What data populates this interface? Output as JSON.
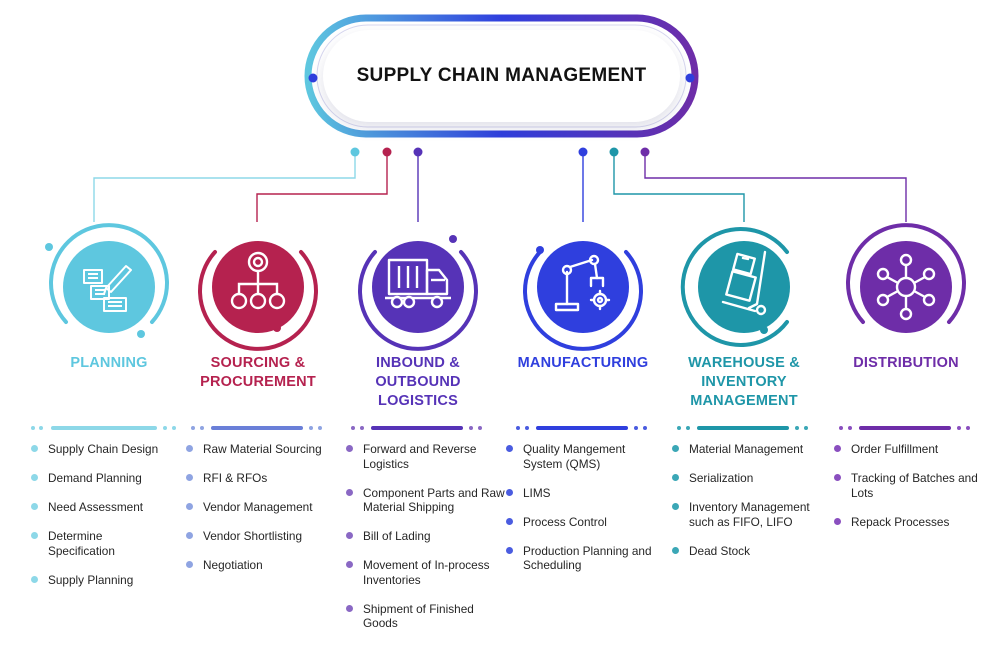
{
  "header": {
    "title": "SUPPLY CHAIN MANAGEMENT"
  },
  "colors": {
    "planning": "#5EC7DF",
    "sourcing": "#B5224F",
    "inbound": "#5633B7",
    "manufacturing": "#2F3FDE",
    "warehouse": "#1E96A8",
    "distribution": "#6E2DA8",
    "bullet_planning": "#8DD8E8",
    "bullet_sourcing": "#8FA4E2",
    "bullet_inbound": "#8A68C4",
    "bullet_manufacturing": "#4A5CE0",
    "bullet_warehouse": "#3BA7B6",
    "bullet_distribution": "#8A4FBF"
  },
  "columns": [
    {
      "id": "planning",
      "icon": "planning-document-icon",
      "title_lines": [
        "PLANNING"
      ],
      "items": [
        "Supply Chain Design",
        "Demand Planning",
        "Need Assessment",
        "Determine Specification",
        "Supply Planning"
      ]
    },
    {
      "id": "sourcing",
      "icon": "hierarchy-icon",
      "title_lines": [
        "SOURCING &",
        "PROCUREMENT"
      ],
      "items": [
        "Raw Material Sourcing",
        "RFI & RFOs",
        "Vendor Management",
        "Vendor Shortlisting",
        "Negotiation"
      ]
    },
    {
      "id": "inbound",
      "icon": "truck-icon",
      "title_lines": [
        "INBOUND &",
        "OUTBOUND",
        "LOGISTICS"
      ],
      "items": [
        "Forward and Reverse Logistics",
        "Component Parts and Raw Material Shipping",
        "Bill of Lading",
        "Movement of In-process Inventories",
        "Shipment of Finished Goods"
      ]
    },
    {
      "id": "manufacturing",
      "icon": "robot-arm-icon",
      "title_lines": [
        "MANUFACTURING"
      ],
      "items": [
        "Quality Mangement System (QMS)",
        "LIMS",
        "Process Control",
        "Production Planning and Scheduling"
      ]
    },
    {
      "id": "warehouse",
      "icon": "hand-truck-icon",
      "title_lines": [
        "WAREHOUSE &",
        "INVENTORY",
        "MANAGEMENT"
      ],
      "items": [
        "Material Management",
        "Serialization",
        "Inventory Management such as FIFO, LIFO",
        "Dead Stock"
      ]
    },
    {
      "id": "distribution",
      "icon": "network-icon",
      "title_lines": [
        "DISTRIBUTION"
      ],
      "items": [
        "Order Fulfillment",
        "Tracking of Batches and Lots",
        "Repack Processes"
      ]
    }
  ]
}
